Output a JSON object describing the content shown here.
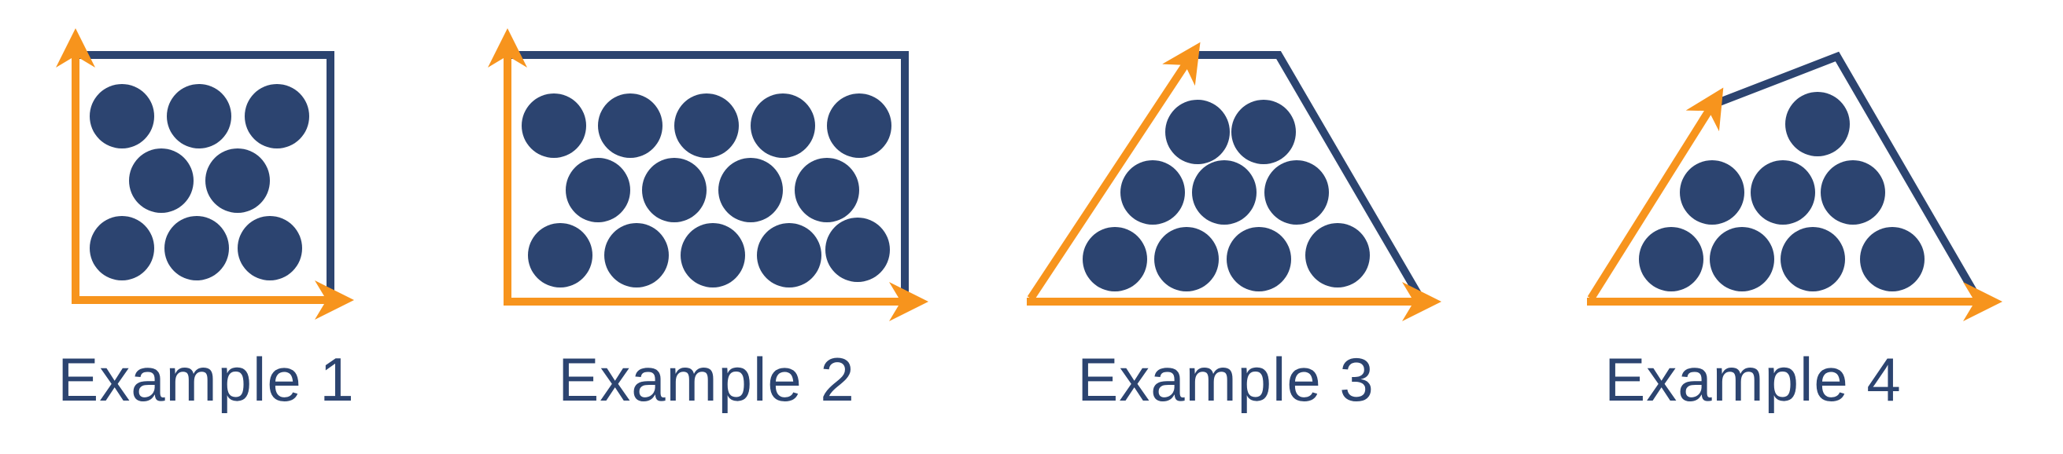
{
  "colors": {
    "shape_outline": "#2c4470",
    "circle_fill": "#2c4470",
    "arrow": "#f7941d",
    "caption": "#2c4470",
    "background": "#ffffff"
  },
  "examples": [
    {
      "label": "Example 1",
      "rows": [
        3,
        2,
        3
      ]
    },
    {
      "label": "Example 2",
      "rows": [
        5,
        4,
        5
      ]
    },
    {
      "label": "Example 3",
      "rows": [
        2,
        3,
        4
      ]
    },
    {
      "label": "Example 4",
      "rows": [
        1,
        3,
        4
      ]
    }
  ]
}
